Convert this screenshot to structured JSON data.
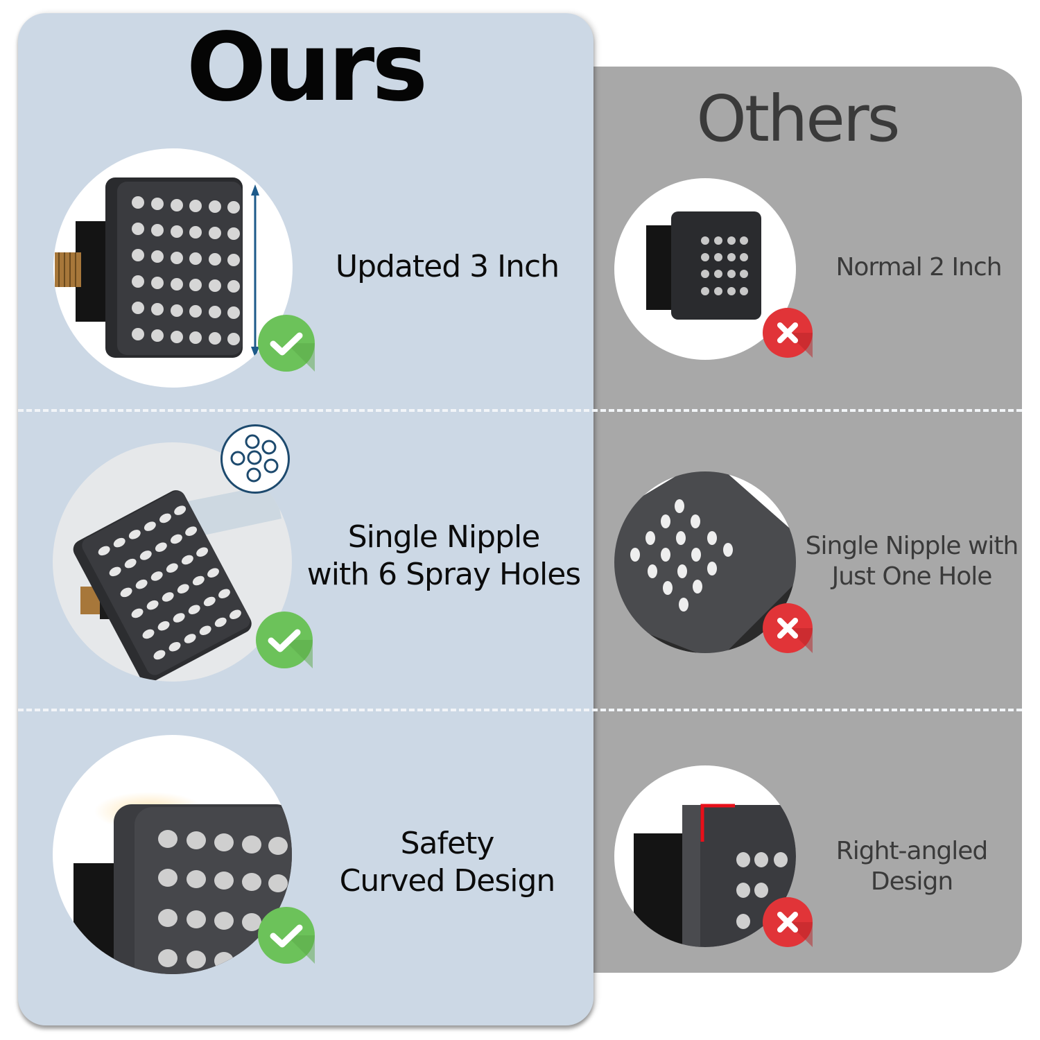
{
  "comparison": {
    "ours": {
      "title": "Ours",
      "background_color": "#ccd8e5",
      "features": [
        {
          "label_line1": "Updated 3 Inch",
          "label_line2": "",
          "image": "square-shower-head-3-inch",
          "badge": "check-icon"
        },
        {
          "label_line1": "Single Nipple",
          "label_line2": "with 6 Spray Holes",
          "image": "angled-shower-head-6-hole-nozzle",
          "badge": "check-icon"
        },
        {
          "label_line1": "Safety",
          "label_line2": "Curved Design",
          "image": "curved-edge-shower-head",
          "badge": "check-icon"
        }
      ]
    },
    "others": {
      "title": "Others",
      "background_color": "#a8a8a8",
      "features": [
        {
          "label_line1": "Normal 2 Inch",
          "label_line2": "",
          "image": "small-shower-head-2-inch",
          "badge": "x-icon"
        },
        {
          "label_line1": "Single Nipple with",
          "label_line2": "Just One Hole",
          "image": "single-hole-nipples-closeup",
          "badge": "x-icon"
        },
        {
          "label_line1": "Right-angled",
          "label_line2": "Design",
          "image": "right-angled-edge-shower-head",
          "badge": "x-icon"
        }
      ]
    },
    "colors": {
      "check_green": "#6cc25a",
      "cross_red": "#e13438",
      "measure_arrow": "#1d5a8a",
      "angle_marker": "#e8101a"
    }
  }
}
